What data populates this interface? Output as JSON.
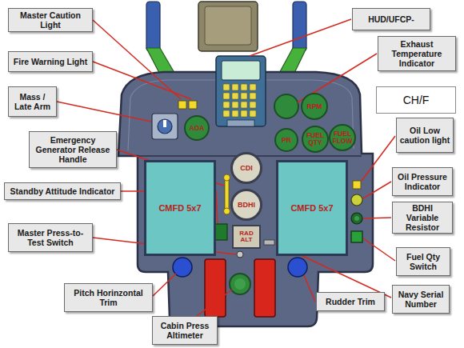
{
  "diagram": {
    "nodes": [
      {
        "text": [
          "Master Caution Light"
        ]
      },
      {
        "text": [
          "HUD/UFCP-"
        ]
      },
      {
        "text": [
          "Exhaust Temperature Indicator"
        ]
      },
      {
        "text": [
          "Fire Warning Light"
        ]
      },
      {
        "text": [
          "CH/F"
        ]
      },
      {
        "text": [
          "Mass / Late Arm"
        ]
      },
      {
        "text": [
          "AOA"
        ]
      },
      {
        "text": [
          "RPM"
        ]
      },
      {
        "text": [
          "PR"
        ]
      },
      {
        "text": [
          "FUEL QTY"
        ]
      },
      {
        "text": [
          "FUEL FLOW"
        ]
      },
      {
        "text": [
          "Oil Low caution light"
        ]
      },
      {
        "text": [
          "Emergency Generator Release Handle"
        ]
      },
      {
        "text": [
          "Standby Attitude Indicator"
        ]
      },
      {
        "text": [
          "CMFD 5x7"
        ]
      },
      {
        "text": [
          "CDI"
        ]
      },
      {
        "text": [
          "BDHI"
        ]
      },
      {
        "text": [
          "CMFD 5x7"
        ]
      },
      {
        "text": [
          "Oil Pressure Indicator"
        ]
      },
      {
        "text": [
          "BDHI Variable Resistor"
        ]
      },
      {
        "text": [
          "RAD ALT"
        ]
      },
      {
        "text": [
          "Master Press-to-Test Switch"
        ]
      },
      {
        "text": [
          "Fuel Qty Switch"
        ]
      },
      {
        "text": [
          "Pitch Horinzontal Trim"
        ]
      },
      {
        "text": [
          "Rudder Trim"
        ]
      },
      {
        "text": [
          "Navy Serial Number"
        ]
      },
      {
        "text": [
          "Cabin Press Altimeter"
        ]
      }
    ]
  }
}
